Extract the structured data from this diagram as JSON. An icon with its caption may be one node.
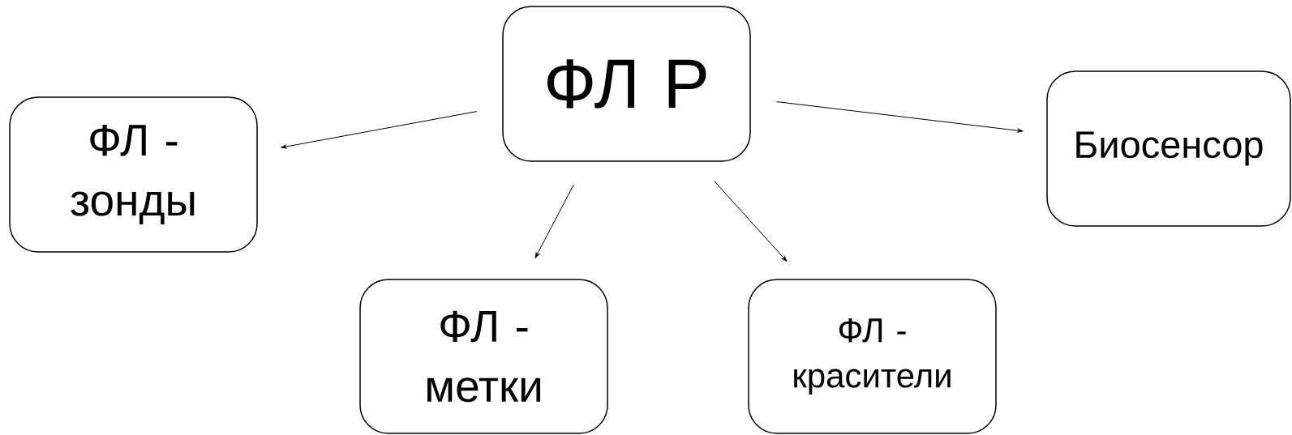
{
  "diagram": {
    "nodes": [
      {
        "text": [
          "ФЛ Р"
        ]
      },
      {
        "text": [
          "ФЛ - зонды"
        ]
      },
      {
        "text": [
          "ФЛ - метки"
        ]
      },
      {
        "text": [
          "ФЛ - красители"
        ]
      },
      {
        "text": [
          "Биосенсор"
        ]
      }
    ],
    "edges": [
      {
        "from": 0,
        "to": 1,
        "arrow": "to"
      },
      {
        "from": 0,
        "to": 2,
        "arrow": "to"
      },
      {
        "from": 0,
        "to": 3,
        "arrow": "to"
      },
      {
        "from": 0,
        "to": 4,
        "arrow": "to"
      }
    ]
  }
}
